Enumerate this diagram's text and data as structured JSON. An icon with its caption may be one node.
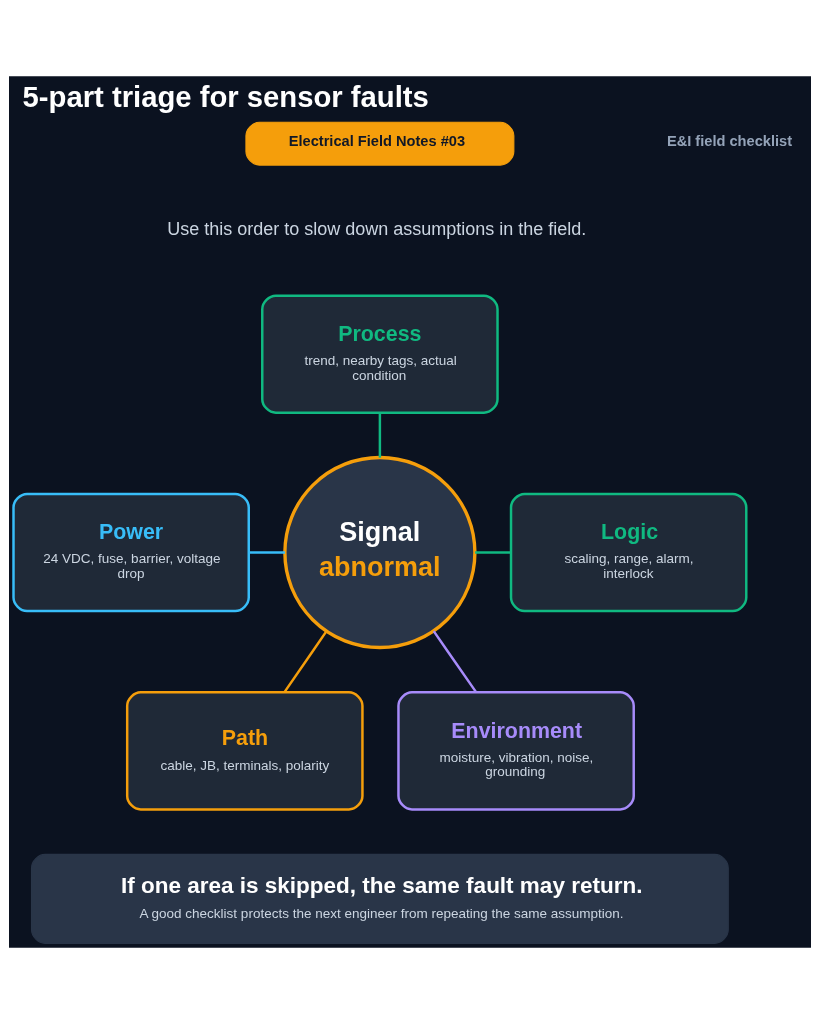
{
  "diagram": {
    "title": "5-part triage for sensor faults",
    "nodes": [
      {
        "text": [
          "Electrical Field Notes #03"
        ]
      },
      {
        "text": [
          "Process",
          "trend, nearby tags, actual condition"
        ]
      },
      {
        "text": [
          "Power",
          "24 VDC, fuse, barrier, voltage drop"
        ]
      },
      {
        "text": [
          "Logic",
          "scaling, range, alarm, interlock"
        ]
      },
      {
        "text": [
          "Signal",
          "abnormal"
        ]
      },
      {
        "text": [
          "Path",
          "cable, JB, terminals, polarity"
        ]
      },
      {
        "text": [
          "Environment",
          "moisture, vibration, noise, grounding"
        ]
      },
      {
        "text": [
          "If one area is skipped, the same fault may return.",
          "A good checklist protects the next engineer from repeating the same assumption."
        ]
      }
    ],
    "edges": [
      {
        "from": 1,
        "to": 4,
        "arrow": "none",
        "color": "#10b981"
      },
      {
        "from": 2,
        "to": 4,
        "arrow": "none",
        "color": "#38bdf8"
      },
      {
        "from": 4,
        "to": 3,
        "arrow": "none",
        "color": "#10b981"
      },
      {
        "from": 4,
        "to": 5,
        "arrow": "none",
        "color": "#f59e0b"
      },
      {
        "from": 4,
        "to": 6,
        "arrow": "none",
        "color": "#a78bfa"
      }
    ],
    "labels": [
      "E&I field checklist",
      "Use this order to slow down assumptions in the field."
    ]
  }
}
